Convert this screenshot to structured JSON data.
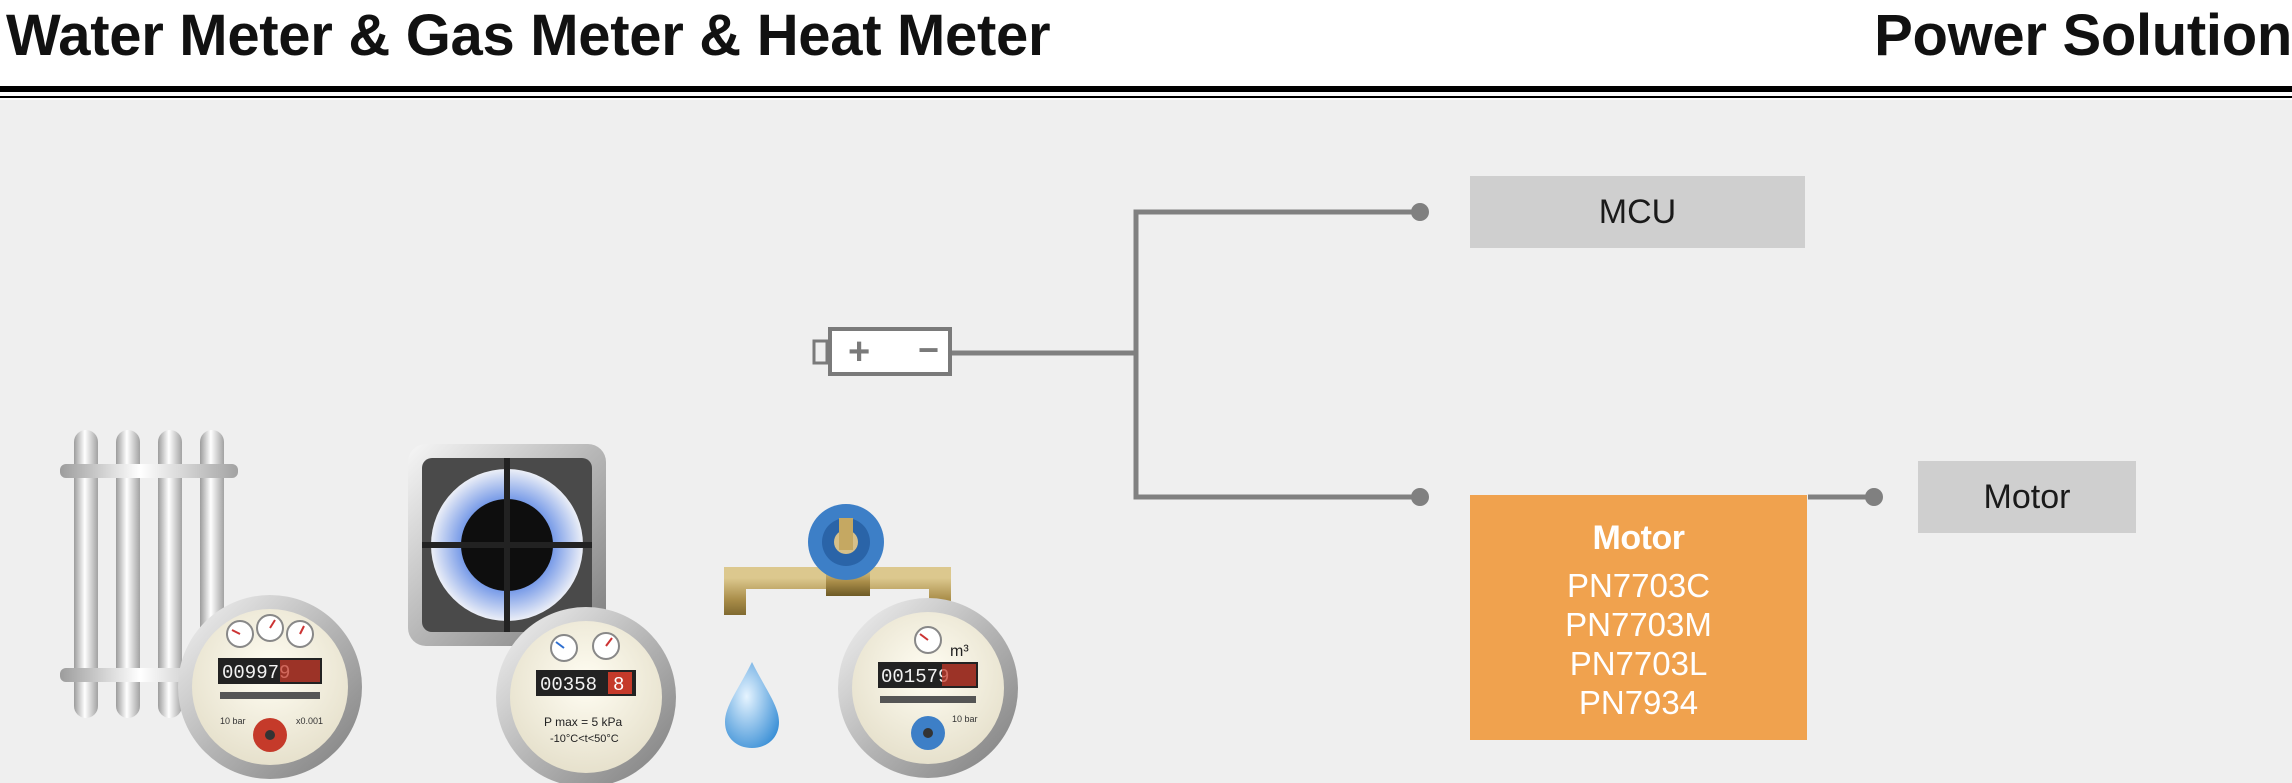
{
  "header": {
    "left_title": "Water Meter & Gas Meter & Heat Meter",
    "right_title": "Power Solution"
  },
  "diagram": {
    "mcu_label": "MCU",
    "motor_block": {
      "title": "Motor",
      "parts": [
        "PN7703C",
        "PN7703M",
        "PN7703L",
        "PN7934"
      ]
    },
    "motor_output_label": "Motor",
    "battery": {
      "plus": "+",
      "minus": "−"
    }
  },
  "meters": {
    "heat": {
      "counter": "009979",
      "left_note": "10 bar",
      "right_note": "x0.001"
    },
    "gas": {
      "counter": "00358",
      "last_digit": "8",
      "spec_line1": "P max = 5 kPa",
      "spec_line2": "-10°C<t<50°C"
    },
    "water": {
      "counter": "001579",
      "unit": "m³",
      "note": "10 bar"
    }
  },
  "colors": {
    "accent_orange": "#f0a24e",
    "box_gray": "#cfcfcf",
    "connector_gray": "#808080",
    "panel_bg": "#efefef"
  }
}
